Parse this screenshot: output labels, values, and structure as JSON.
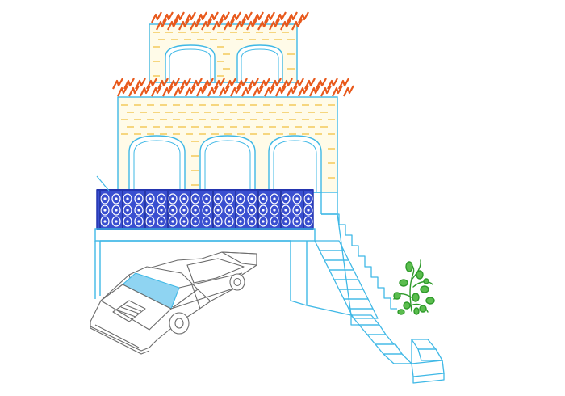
{
  "colors": {
    "paper": "#ffffff",
    "cyan_ink": "#3fb8e6",
    "yellow_ink": "#f2c245",
    "orange_ink": "#e8591c",
    "blue_ink": "#2435b0",
    "green_ink": "#2e9a2a",
    "grey_ink": "#6b6b6b",
    "windshield": "#8fd4f2"
  },
  "scene_elements": [
    "tile-roof-top",
    "tile-roof-lower",
    "upper-floor-wall",
    "lower-floor-wall",
    "arched-windows",
    "patterned-balcony-railing",
    "carport-frame",
    "parked-car",
    "staircase",
    "green-shrub"
  ]
}
